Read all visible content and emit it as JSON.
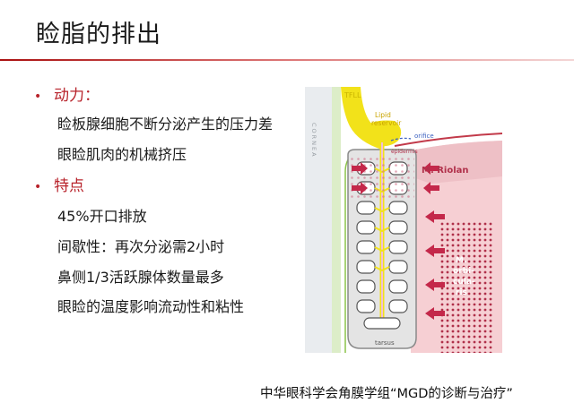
{
  "title": "睑脂的排出",
  "sections": [
    {
      "heading": "动力：",
      "lines": [
        "睑板腺细胞不断分泌产生的压力差",
        "眼睑肌肉的机械挤压"
      ]
    },
    {
      "heading": "特点",
      "lines": [
        "45%开口排放",
        "间歇性：再次分泌需2小时",
        "鼻侧1/3活跃腺体数量最多",
        "眼睑的温度影响流动性和粘性"
      ]
    }
  ],
  "diagram": {
    "labels": {
      "tfll": "TFLL",
      "cornea": "CORNEA",
      "lipid_reservoir_1": "Lipid",
      "lipid_reservoir_2": "reservoir",
      "orifice": "orifice",
      "epidermis": "epidermis",
      "riolan": "M. Riolan",
      "orbicularis": [
        "M.",
        "orbi-",
        "cula-",
        "ris"
      ],
      "tarsus": "tarsus"
    },
    "colors": {
      "lipid": "#f2e21a",
      "orbicularis": "#f6cfd3",
      "muscle_dots": "#b0304a",
      "arrow": "#c4284a",
      "tarsus": "#e4e4e4"
    }
  },
  "footer": "中华眼科学会角膜学组“MGD的诊断与治疗”"
}
